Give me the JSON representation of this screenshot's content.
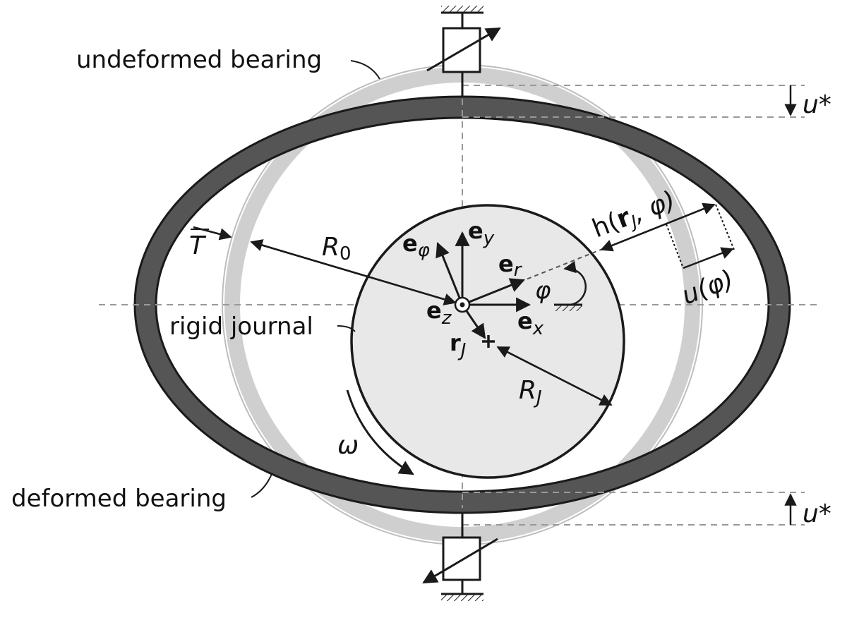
{
  "labels": {
    "undeformed": "undeformed bearing",
    "deformed": "deformed bearing",
    "journal": "rigid journal",
    "u_star_top": "u*",
    "u_star_bottom": "u*",
    "R0": "R",
    "R0_sub": "0",
    "RJ": "R",
    "RJ_sub": "J",
    "T": "T",
    "omega": "ω",
    "phi": "φ",
    "h_pre": "h(",
    "h_r": "r",
    "h_sub": "J",
    "h_post": ", φ)",
    "u_phi": "u(φ)",
    "e_phi": "e",
    "e_phi_sub": "φ",
    "e_y": "e",
    "e_y_sub": "y",
    "e_r": "e",
    "e_r_sub": "r",
    "e_x": "e",
    "e_x_sub": "x",
    "e_z": "e",
    "e_z_sub": "z",
    "r_J": "r",
    "r_J_sub": "J"
  },
  "colors": {
    "deformed_ring": "#555555",
    "undeformed_ring": "#cfcfcf",
    "journal_fill": "#e8e8e8",
    "stroke": "#1a1a1a",
    "dashed": "#999999"
  }
}
